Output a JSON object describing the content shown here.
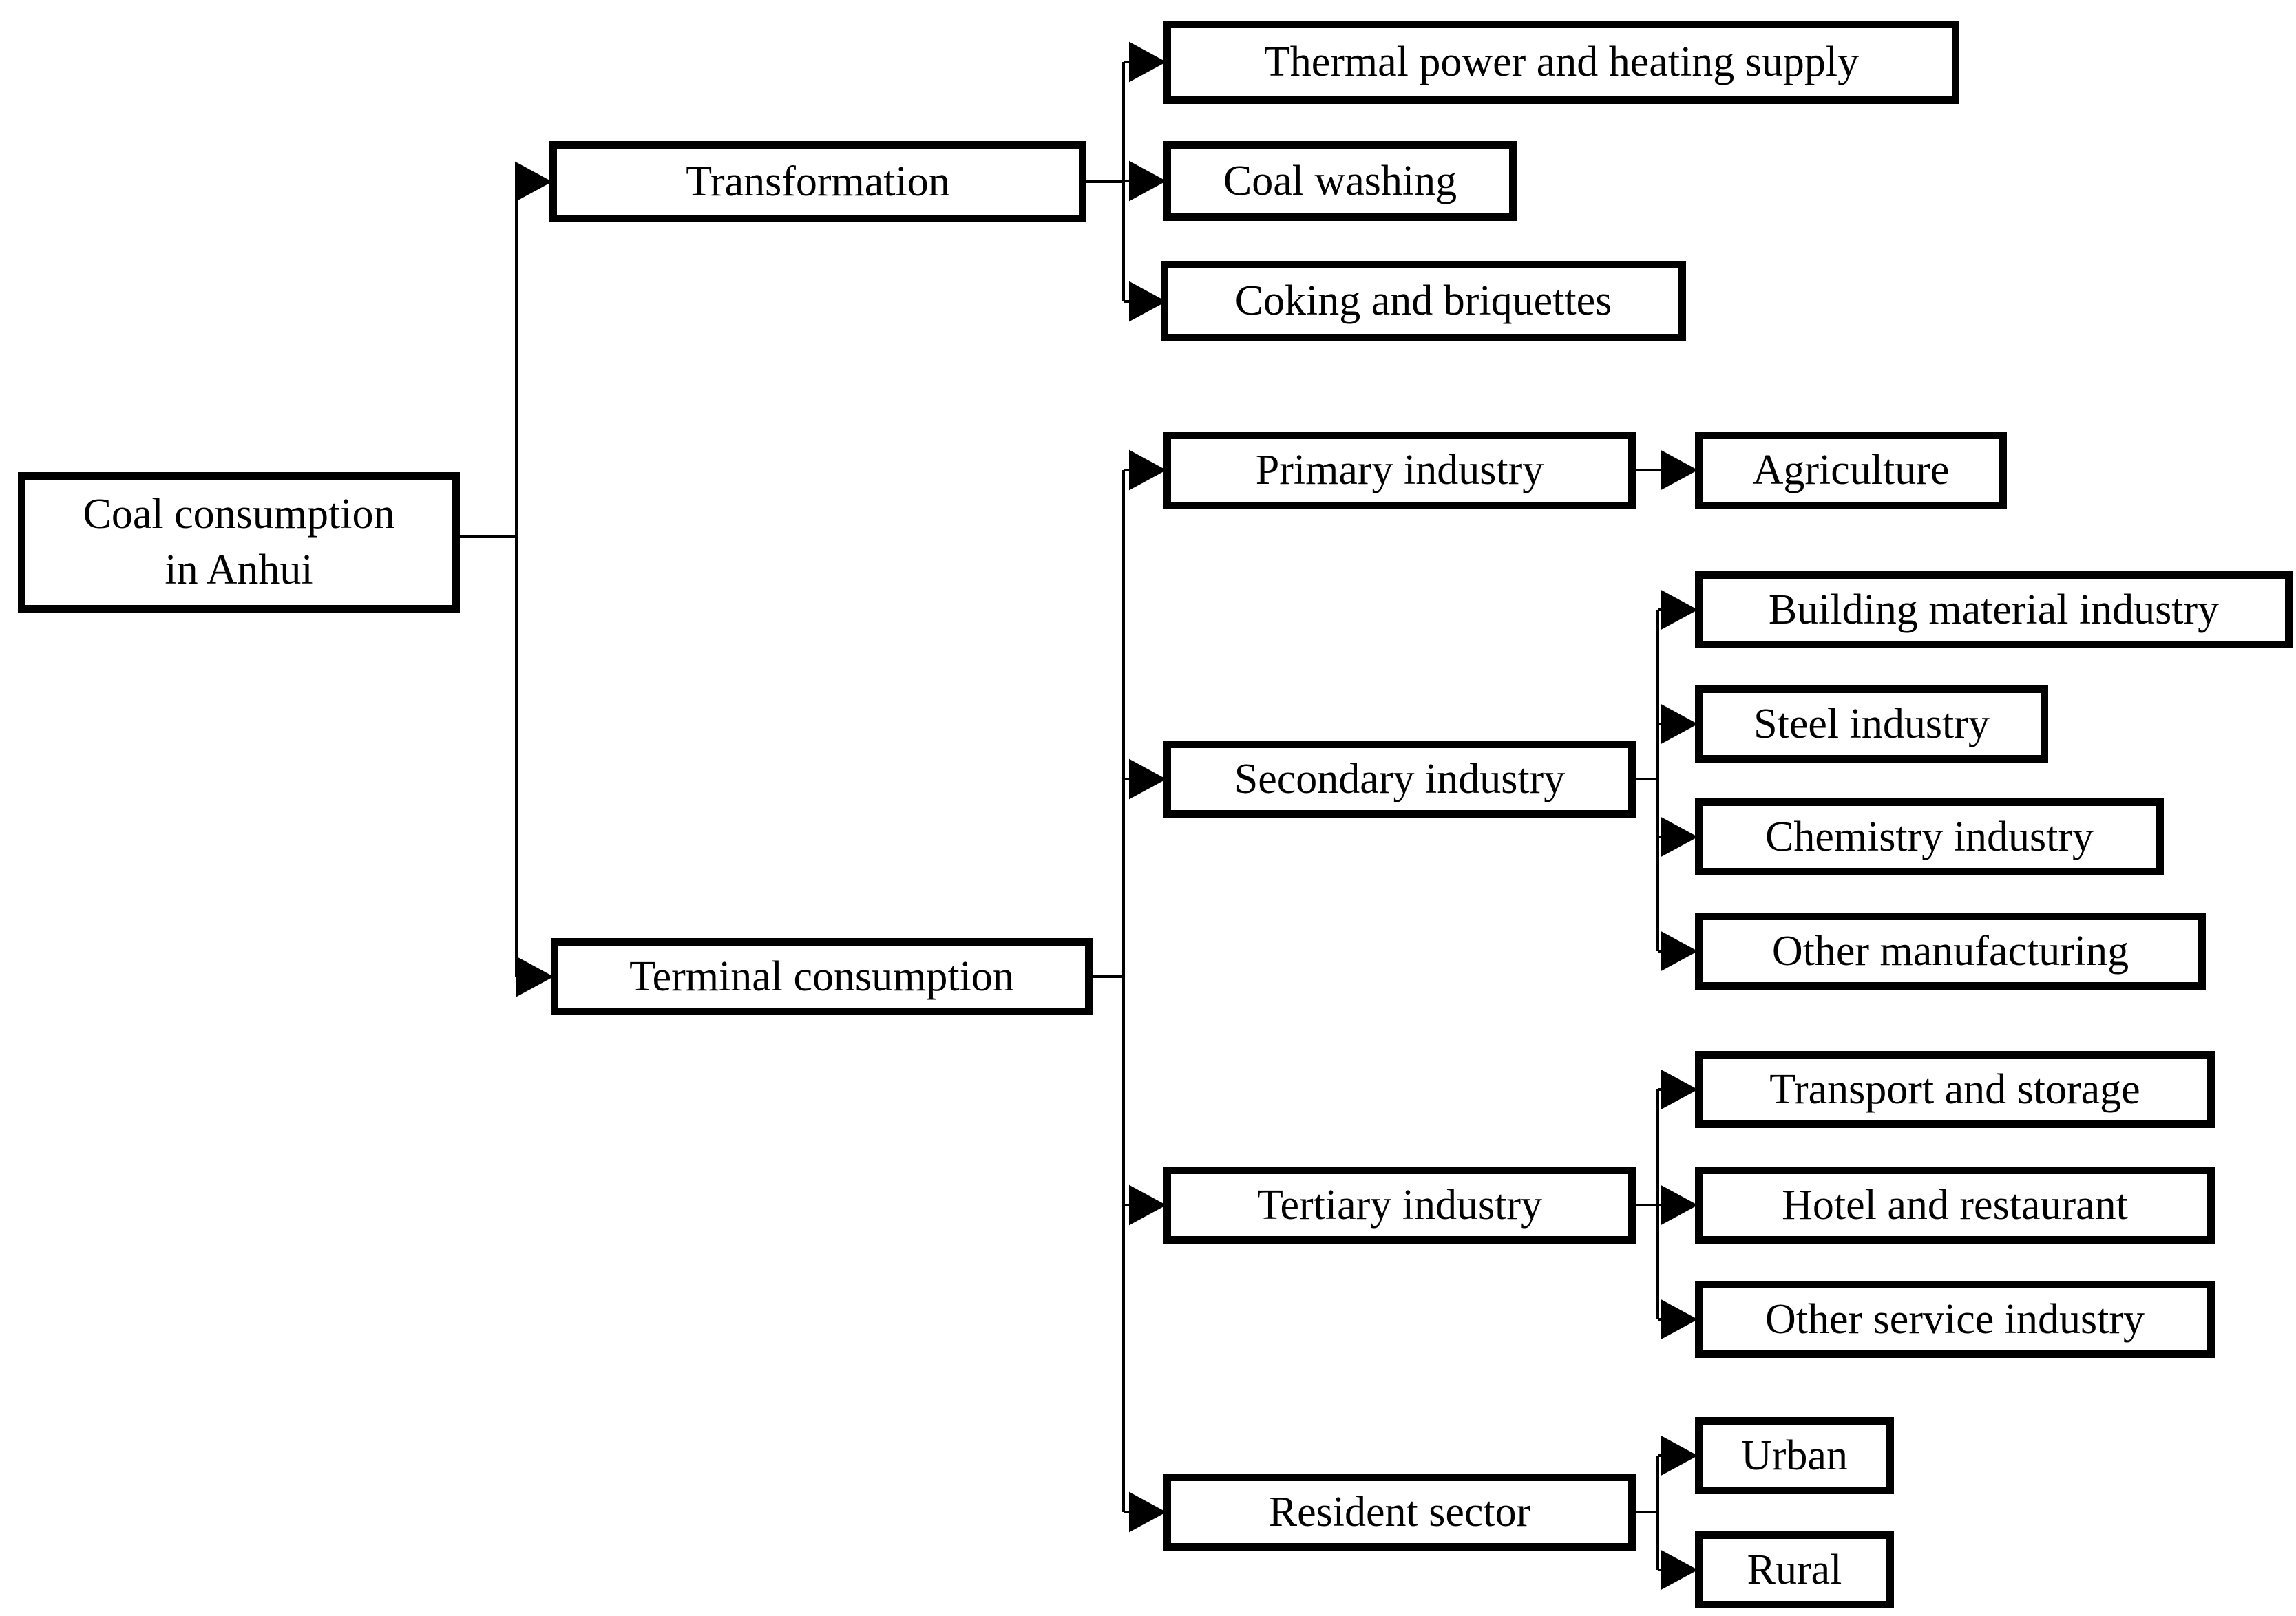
{
  "figure": {
    "background_color": "#ffffff",
    "box_border_color": "#000000",
    "connector_color": "#000000",
    "text_color": "#000000"
  },
  "tree": {
    "root": {
      "label": "Coal consumption in Anhui"
    },
    "branches": [
      {
        "label": "Transformation",
        "children": [
          {
            "label": "Thermal power and heating supply"
          },
          {
            "label": "Coal washing"
          },
          {
            "label": "Coking and briquettes"
          }
        ]
      },
      {
        "label": "Terminal consumption",
        "children": [
          {
            "label": "Primary industry",
            "children": [
              {
                "label": "Agriculture"
              }
            ]
          },
          {
            "label": "Secondary industry",
            "children": [
              {
                "label": "Building material industry"
              },
              {
                "label": "Steel industry"
              },
              {
                "label": "Chemistry industry"
              },
              {
                "label": "Other manufacturing"
              }
            ]
          },
          {
            "label": "Tertiary industry",
            "children": [
              {
                "label": "Transport and storage"
              },
              {
                "label": "Hotel and restaurant"
              },
              {
                "label": "Other service industry"
              }
            ]
          },
          {
            "label": "Resident sector",
            "children": [
              {
                "label": "Urban"
              },
              {
                "label": "Rural"
              }
            ]
          }
        ]
      }
    ]
  }
}
